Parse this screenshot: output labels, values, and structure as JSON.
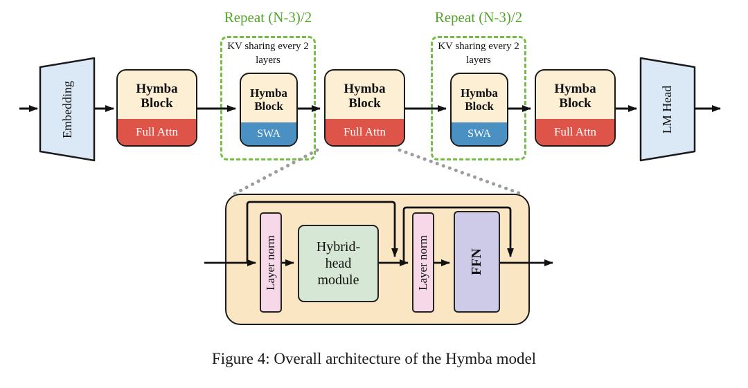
{
  "figure": {
    "caption": "Figure 4: Overall architecture of the Hymba model"
  },
  "pipeline": {
    "embedding": "Embedding",
    "lm_head": "LM Head",
    "repeat_label": "Repeat (N-3)/2",
    "kv_sharing_label": "KV sharing every 2 layers",
    "blocks": [
      {
        "title": "Hymba Block",
        "band": "Full Attn"
      },
      {
        "title": "Hymba Block",
        "band": "SWA"
      },
      {
        "title": "Hymba Block",
        "band": "Full Attn"
      },
      {
        "title": "Hymba Block",
        "band": "SWA"
      },
      {
        "title": "Hymba Block",
        "band": "Full Attn"
      }
    ]
  },
  "detail": {
    "layer_norm_1": "Layer norm",
    "hybrid_head_module": "Hybrid-head module",
    "layer_norm_2": "Layer norm",
    "ffn": "FFN"
  },
  "colors": {
    "block_fill": "#FCEFD4",
    "full_attn_red": "#DE5448",
    "swa_blue": "#4A90C2",
    "trapezoid_blue": "#DBE9F7",
    "repeat_green_text": "#55A42C",
    "dashed_green": "#72BF44",
    "detail_fill": "#FBE6C4",
    "layer_norm_pink": "#F7D8E9",
    "hybrid_green": "#D6E8D5",
    "ffn_purple": "#CDCBE7",
    "connector_gray": "#9B9B9B"
  }
}
